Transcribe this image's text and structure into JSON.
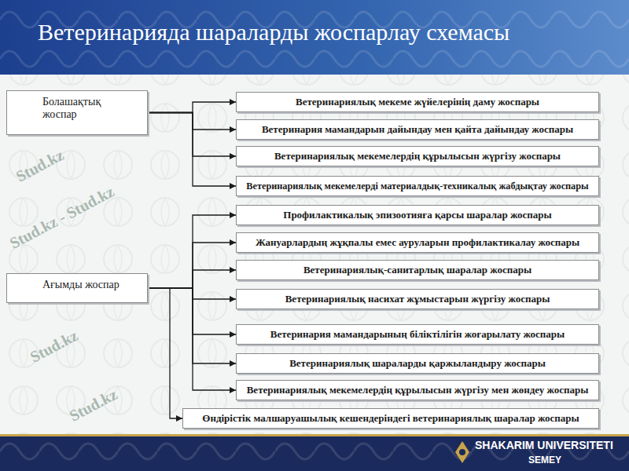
{
  "diagram": {
    "title": "Ветеринарияда шараларды жоспарлау схемасы",
    "nodes": [
      {
        "text": [
          "Болашақтық жоспар"
        ]
      },
      {
        "text": [
          "Ветеринариялық мекеме жүйелерінің даму жоспары"
        ]
      },
      {
        "text": [
          "Ветеринария мамандарын дайындау мен қайта дайындау жоспары"
        ]
      },
      {
        "text": [
          "Ветеринариялық мекемелердің құрылысын жүргізу жоспары"
        ]
      },
      {
        "text": [
          "Ветеринариялық мекемелерді материалдық-техникалық жабдықтау жоспары"
        ]
      },
      {
        "text": [
          "Ағымды жоспар"
        ]
      },
      {
        "text": [
          "Профилактикалық эпизоотияға қарсы шаралар жоспары"
        ]
      },
      {
        "text": [
          "Жануарлардың жұқпалы емес ауруларын профилактикалау жоспары"
        ]
      },
      {
        "text": [
          "Ветеринариялық-санитарлық шаралар жоспары"
        ]
      },
      {
        "text": [
          "Ветеринариялық насихат жұмыстарын жүргізу жоспары"
        ]
      },
      {
        "text": [
          "Ветеринария мамандарының біліктілігін жоғарылату жоспары"
        ]
      },
      {
        "text": [
          "Ветеринариялық шараларды қаржыландыру жоспары"
        ]
      },
      {
        "text": [
          "Ветеринариялық мекемелердің құрылысын жүргізу мен жөндеу жоспары"
        ]
      },
      {
        "text": [
          "Өндірістік малшаруашылық кешендеріндегі ветеринариялық шаралар жоспары"
        ]
      }
    ],
    "edges": [
      {
        "from": 0,
        "to": 1,
        "arrow": "to"
      },
      {
        "from": 0,
        "to": 2,
        "arrow": "to"
      },
      {
        "from": 0,
        "to": 3,
        "arrow": "to"
      },
      {
        "from": 0,
        "to": 4,
        "arrow": "to"
      },
      {
        "from": 5,
        "to": 6,
        "arrow": "to"
      },
      {
        "from": 5,
        "to": 7,
        "arrow": "to"
      },
      {
        "from": 5,
        "to": 8,
        "arrow": "to"
      },
      {
        "from": 5,
        "to": 9,
        "arrow": "to"
      },
      {
        "from": 5,
        "to": 10,
        "arrow": "to"
      },
      {
        "from": 5,
        "to": 11,
        "arrow": "to"
      },
      {
        "from": 5,
        "to": 12,
        "arrow": "to"
      },
      {
        "from": 5,
        "to": 13,
        "arrow": "to"
      }
    ],
    "labels": [
      "Stud.kz",
      "Stud.kz - Stud.kz",
      "Stud.kz",
      "Stud.kz",
      "SHAKARIM UNIVERSITETI",
      "SEMEY"
    ]
  }
}
